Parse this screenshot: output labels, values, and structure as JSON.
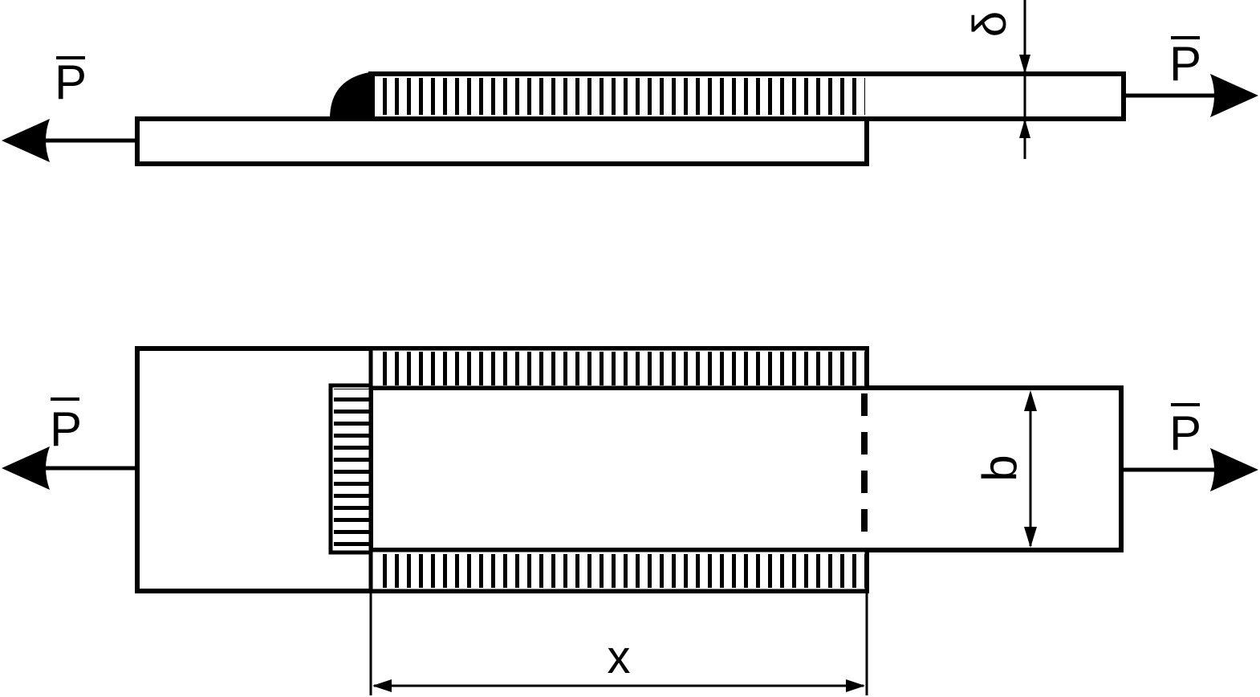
{
  "labels": {
    "force_top_left": "P",
    "force_top_right": "P",
    "force_bottom_left": "P",
    "force_bottom_right": "P",
    "thickness": "δ",
    "width": "b",
    "length": "x"
  },
  "colors": {
    "stroke": "#000000",
    "background": "#ffffff"
  }
}
